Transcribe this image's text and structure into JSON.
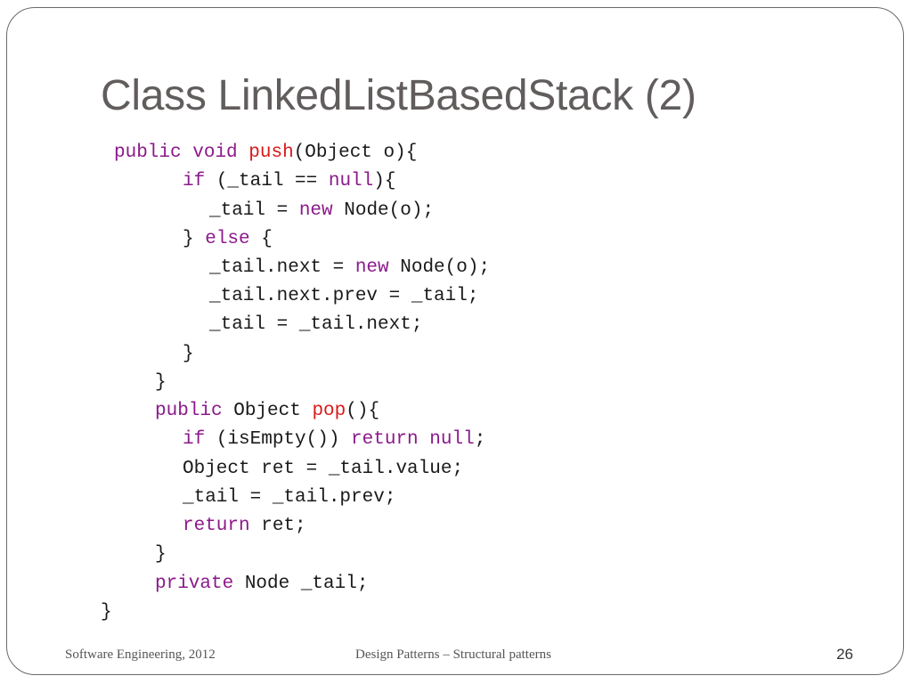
{
  "slide": {
    "title": "Class LinkedListBasedStack (2)",
    "code_lines": [
      [
        {
          "t": "public",
          "c": "kw"
        },
        {
          "t": " "
        },
        {
          "t": "void",
          "c": "kw"
        },
        {
          "t": " "
        },
        {
          "t": "push",
          "c": "fn"
        },
        {
          "t": "(Object o){"
        }
      ],
      [
        {
          "t": "if",
          "c": "kw"
        },
        {
          "t": " (_tail == "
        },
        {
          "t": "null",
          "c": "kw"
        },
        {
          "t": "){"
        }
      ],
      [
        {
          "t": "_tail = "
        },
        {
          "t": "new",
          "c": "kw"
        },
        {
          "t": " Node(o);"
        }
      ],
      [
        {
          "t": "} "
        },
        {
          "t": "else",
          "c": "kw"
        },
        {
          "t": " {"
        }
      ],
      [
        {
          "t": "_tail.next = "
        },
        {
          "t": "new",
          "c": "kw"
        },
        {
          "t": " Node(o);"
        }
      ],
      [
        {
          "t": "_tail.next.prev = _tail;"
        }
      ],
      [
        {
          "t": "_tail = _tail.next;"
        }
      ],
      [
        {
          "t": "}"
        }
      ],
      [
        {
          "t": "}"
        }
      ],
      [
        {
          "t": "public",
          "c": "kw"
        },
        {
          "t": " Object "
        },
        {
          "t": "pop",
          "c": "fn"
        },
        {
          "t": "(){"
        }
      ],
      [
        {
          "t": "if",
          "c": "kw"
        },
        {
          "t": " (isEmpty()) "
        },
        {
          "t": "return",
          "c": "kw"
        },
        {
          "t": " "
        },
        {
          "t": "null",
          "c": "kw"
        },
        {
          "t": ";"
        }
      ],
      [
        {
          "t": "Object ret = _tail.value;"
        }
      ],
      [
        {
          "t": "_tail = _tail.prev;"
        }
      ],
      [
        {
          "t": "return",
          "c": "kw"
        },
        {
          "t": " ret;"
        }
      ],
      [
        {
          "t": "}"
        }
      ],
      [
        {
          "t": "private",
          "c": "kw"
        },
        {
          "t": " Node _tail;"
        }
      ],
      [
        {
          "t": "}"
        }
      ]
    ]
  },
  "footer": {
    "left": "Software Engineering, 2012",
    "center": "Design Patterns – Structural patterns",
    "page_number": "26"
  },
  "colors": {
    "keyword": "#8b1a8b",
    "method_name": "#d81b1b",
    "title": "#615d5c"
  }
}
